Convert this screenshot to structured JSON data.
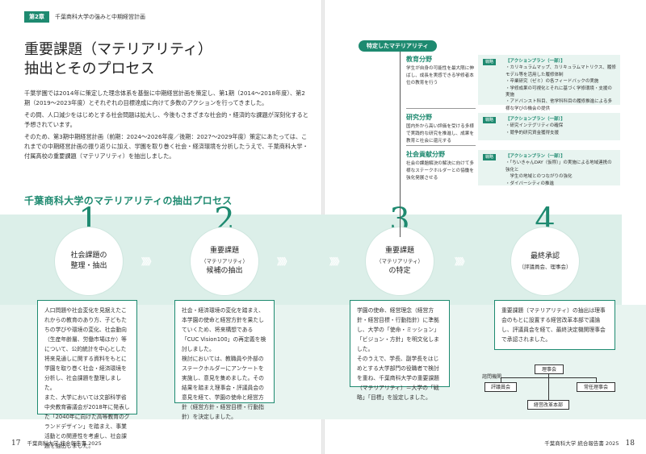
{
  "header": {
    "chapter_tag": "第2章",
    "chapter_title": "千葉商科大学の強みと中期経営計画"
  },
  "title": {
    "line1": "重要課題（マテリアリティ）",
    "line2": "抽出とそのプロセス"
  },
  "intro": [
    "千葉学園では2014年に策定した理念体系を基盤に中期経営計画を策定し、第1期（2014～2018年度）、第2期（2019～2023年度）とそれぞれの目標達成に向けて多数のアクションを行ってきました。",
    "その間、人口減少をはじめとする社会問題は拡大し、今後もさまざまな社会的・経済的な課題が深刻化すると予想されています。",
    "そのため、第3期中期経営計画（前期：2024～2026年度／後期：2027～2029年度）策定にあたっては、これまでの中期経営計画の振り返りに加え、学園を取り巻く社会・経済環境を分析したうえで、千葉商科大学・付属高校の重要課題（マテリアリティ）を抽出しました。"
  ],
  "section_title": "千葉商科大学のマテリアリティの抽出プロセス",
  "steps": [
    {
      "num": "1",
      "l1": "社会課題の",
      "l2": "",
      "l3": "整理・抽出"
    },
    {
      "num": "2",
      "l1": "重要課題",
      "l2": "（マテリアリティ）",
      "l3": "候補の抽出"
    },
    {
      "num": "3",
      "l1": "重要課題",
      "l2": "（マテリアリティ）",
      "l3": "の特定"
    },
    {
      "num": "4",
      "l1": "最終承認",
      "l2": "（評議員会、理事会）",
      "l3": ""
    }
  ],
  "chevrons": "》》》",
  "descriptions": [
    [
      "人口問題や社会変化を見据えたこれからの教育のあり方、子どもたちの学びや環境の変化、社会動向（生産年齢層、労働市場ほか）等について、公的統計を中心とした将来見通しに関する資料をもとに学園を取り巻く社会・経済環境を分析し、社会課題を整理しました。",
      "また、大学においては文部科学省中央教育審議会が2018年に発表した「2040年に向けた高等教育のグランドデザイン」を踏まえ、事業活動との関連性を考慮し、社会課題を抽出しました。"
    ],
    [
      "社会・経済環境の変化を踏まえ、本学園の使命と経営方針を果たしていくため、将来構想である「CUC Vision100」の再定義を検討しました。",
      "検討においては、教職員や外部のステークホルダーにアンケートを実施し、意見を集めました。その結果を踏まえ理事会・評議員会の意見を経て、学園の使命と経営方針（経営方針・経営目標・行動指針）を決定しました。"
    ],
    [
      "学園の使命、経営理念（経営方針・経営目標・行動指針）に準拠し、大学の「使命・ミッション」「ビジョン・方針」を明文化しました。",
      "そのうえで、学長、副学長をはじめとする大学部門の役職者で検討を重ね、千葉商科大学の重要課題（マテリアリティ）＝大学の「戦略」「目標」を設定しました。"
    ],
    [
      "重要課題（マテリアリティ）の抽出は理事会のもとに設置する経営改革本部で議論し、評議員会を経て、最終決定機関理事会で承認されました。"
    ]
  ],
  "materiality": {
    "header": "特定したマテリアリティ",
    "areas": [
      {
        "name": "教育分野",
        "text": "学生が自身の可能性を最大限に伸ばし、成長を実感できる学修者本位の教育を行う"
      },
      {
        "name": "研究分野",
        "text": "国内外から高い評価を受ける多様で実践的な研究を推進し、成果を教育と社会に還元する"
      },
      {
        "name": "社会貢献分野",
        "text": "社会の課題解決の解決に向けて多様なステークホルダーとの協働を強化発展させる"
      }
    ],
    "actions": [
      {
        "badge": "戦略",
        "title": "【アクションプラン（一部）】",
        "items": [
          "・カリキュラムマップ、カリキュラムマトリクス、履修モデル等を活用した履修体制",
          "・卒業研究（ゼミ）の各フィードバックの実施",
          "・学修成果の可視化とそれに基づく学修環境・支援の実施",
          "・アドバンスト科目、他学科科目の履修推進による多様な学びの機会の提供"
        ]
      },
      {
        "badge": "戦略",
        "title": "【アクションプラン（一部）】",
        "items": [
          "・研究インテグリティの確保",
          "・競争的研究資金獲得支援"
        ]
      },
      {
        "badge": "戦略",
        "title": "【アクションプラン（一部）】",
        "items": [
          "・「ちいきゃんDAY（仮称）」の実施による地域連携の強化と",
          "　学生の地域とのつながりの強化",
          "・ダイバーシティの推進"
        ]
      }
    ]
  },
  "org": {
    "board": "理事会",
    "council": "評議員会",
    "executive": "常任理事会",
    "reform": "経営改革本部",
    "advisory": "諮問機関"
  },
  "footer": {
    "left_page": "17",
    "left_text": "千葉商科大学 統合報告書 2025",
    "right_page": "18",
    "right_text": "千葉商科大学 統合報告書 2025"
  }
}
